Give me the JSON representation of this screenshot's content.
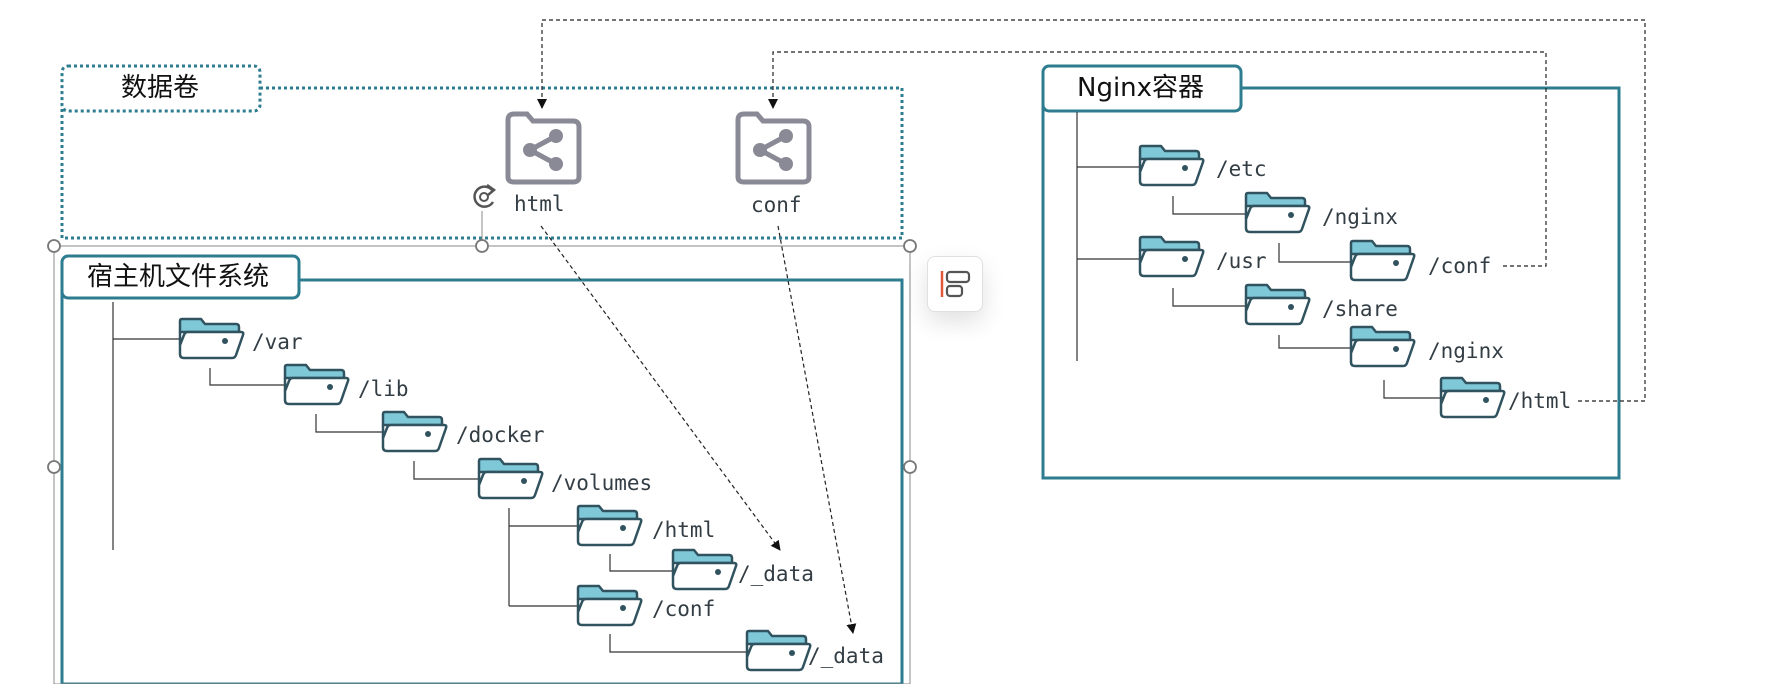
{
  "groups": {
    "volume": {
      "title": "数据卷"
    },
    "host": {
      "title": "宿主机文件系统"
    },
    "nginx": {
      "title": "Nginx容器"
    }
  },
  "volumes": [
    {
      "name": "html",
      "icon": "share-folder-icon"
    },
    {
      "name": "conf",
      "icon": "share-folder-icon"
    }
  ],
  "host_tree": {
    "var": "/var",
    "lib": "/lib",
    "docker": "/docker",
    "volumes": "/volumes",
    "html": "/html",
    "html_data": "/_data",
    "conf": "/conf",
    "conf_data": "/_data"
  },
  "nginx_tree": {
    "etc": "/etc",
    "etc_nginx": "/nginx",
    "conf": "/conf",
    "usr": "/usr",
    "share": "/share",
    "share_nginx": "/nginx",
    "html": "/html"
  },
  "colors": {
    "teal": "#2e7c8f",
    "folder_stroke": "#30535f",
    "folder_tab": "#7ec8d8",
    "volume_icon": "#8a8a96",
    "handle": "#777777"
  }
}
